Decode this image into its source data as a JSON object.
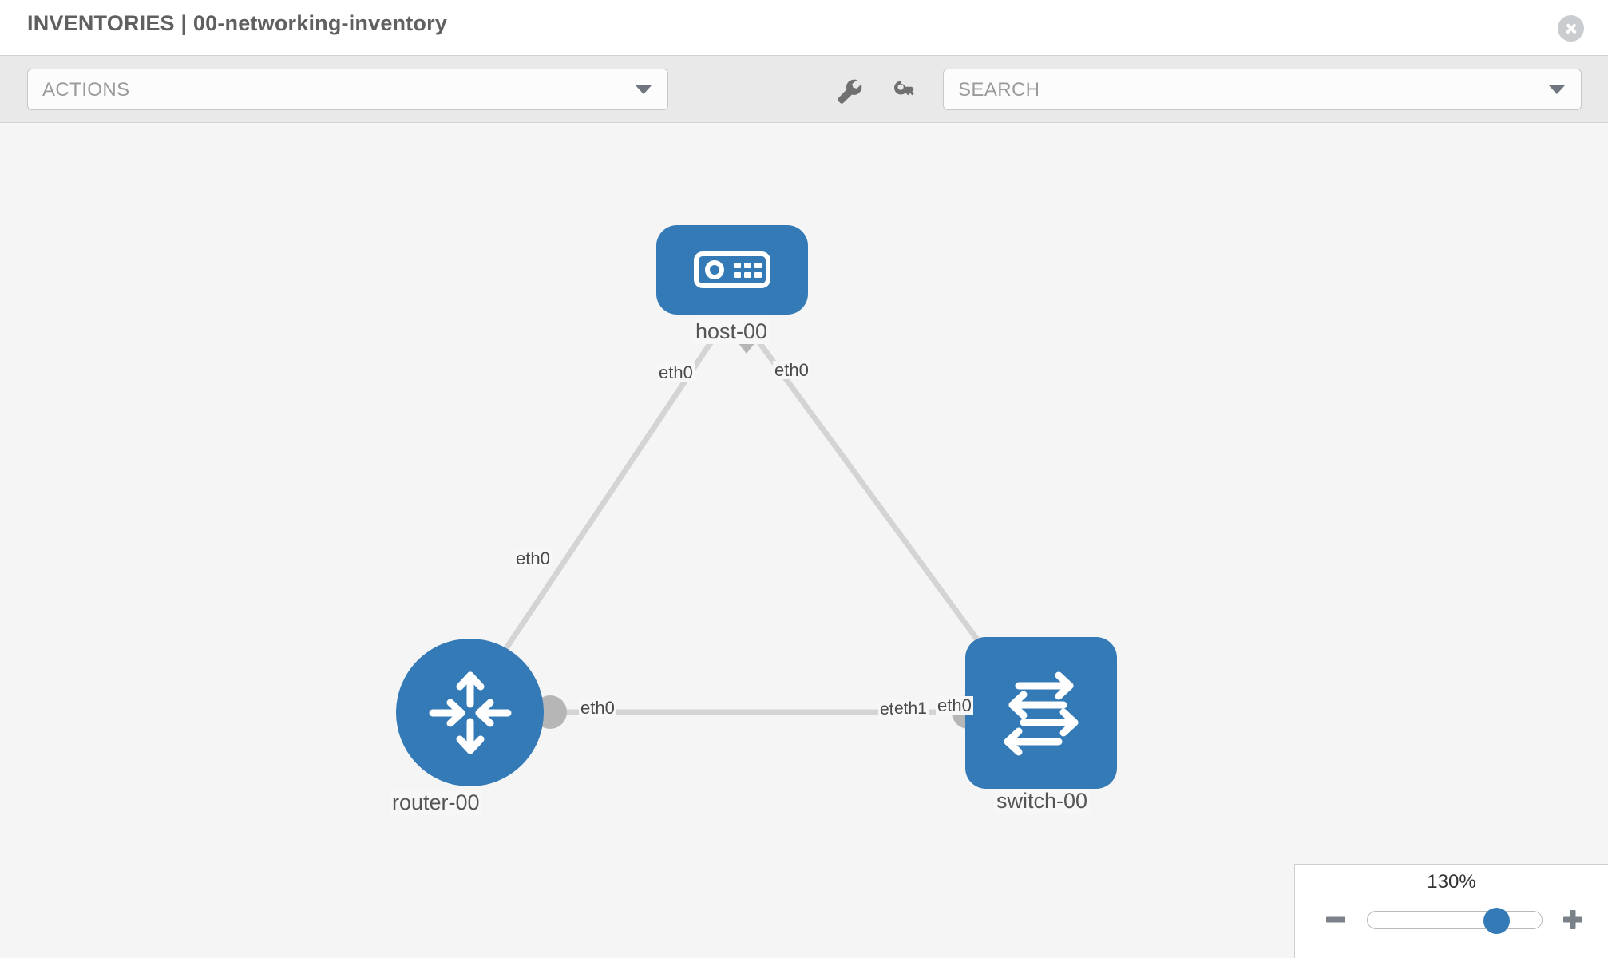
{
  "header": {
    "title": "INVENTORIES | 00-networking-inventory",
    "close_icon": "close-circle-icon"
  },
  "toolbar": {
    "actions_label": "ACTIONS",
    "actions_caret": "chevron-down-icon",
    "wrench_icon": "wrench-icon",
    "key_icon": "key-icon",
    "search_placeholder": "SEARCH",
    "search_caret": "chevron-down-icon"
  },
  "topology": {
    "accent_color": "#337ab7",
    "link_color": "#d2d2d2",
    "nub_color": "#b6b6b6",
    "canvas_background": "#f5f5f5",
    "nodes": [
      {
        "id": "host-00",
        "label": "host-00",
        "type": "host",
        "icon": "server-icon"
      },
      {
        "id": "router-00",
        "label": "router-00",
        "type": "router",
        "icon": "router-arrows-icon"
      },
      {
        "id": "switch-00",
        "label": "switch-00",
        "type": "switch",
        "icon": "switch-arrows-icon"
      }
    ],
    "links": [
      {
        "from": "host-00",
        "to": "router-00",
        "from_interface": "eth0",
        "to_interface": "eth0"
      },
      {
        "from": "host-00",
        "to": "switch-00",
        "from_interface": "eth0",
        "to_interface": "eth0"
      },
      {
        "from": "router-00",
        "to": "switch-00",
        "from_interface": "eth0",
        "to_interface": "eth1"
      }
    ],
    "interface_labels": {
      "host_left": "eth0",
      "host_right": "eth0",
      "router_up": "eth0",
      "switch_up": "eth0",
      "router_right": "eth0",
      "switch_left_overlap": "eth",
      "switch_left": "eth1"
    }
  },
  "zoom": {
    "value": "130%",
    "minus_label": "minus-icon",
    "plus_label": "plus-icon"
  }
}
